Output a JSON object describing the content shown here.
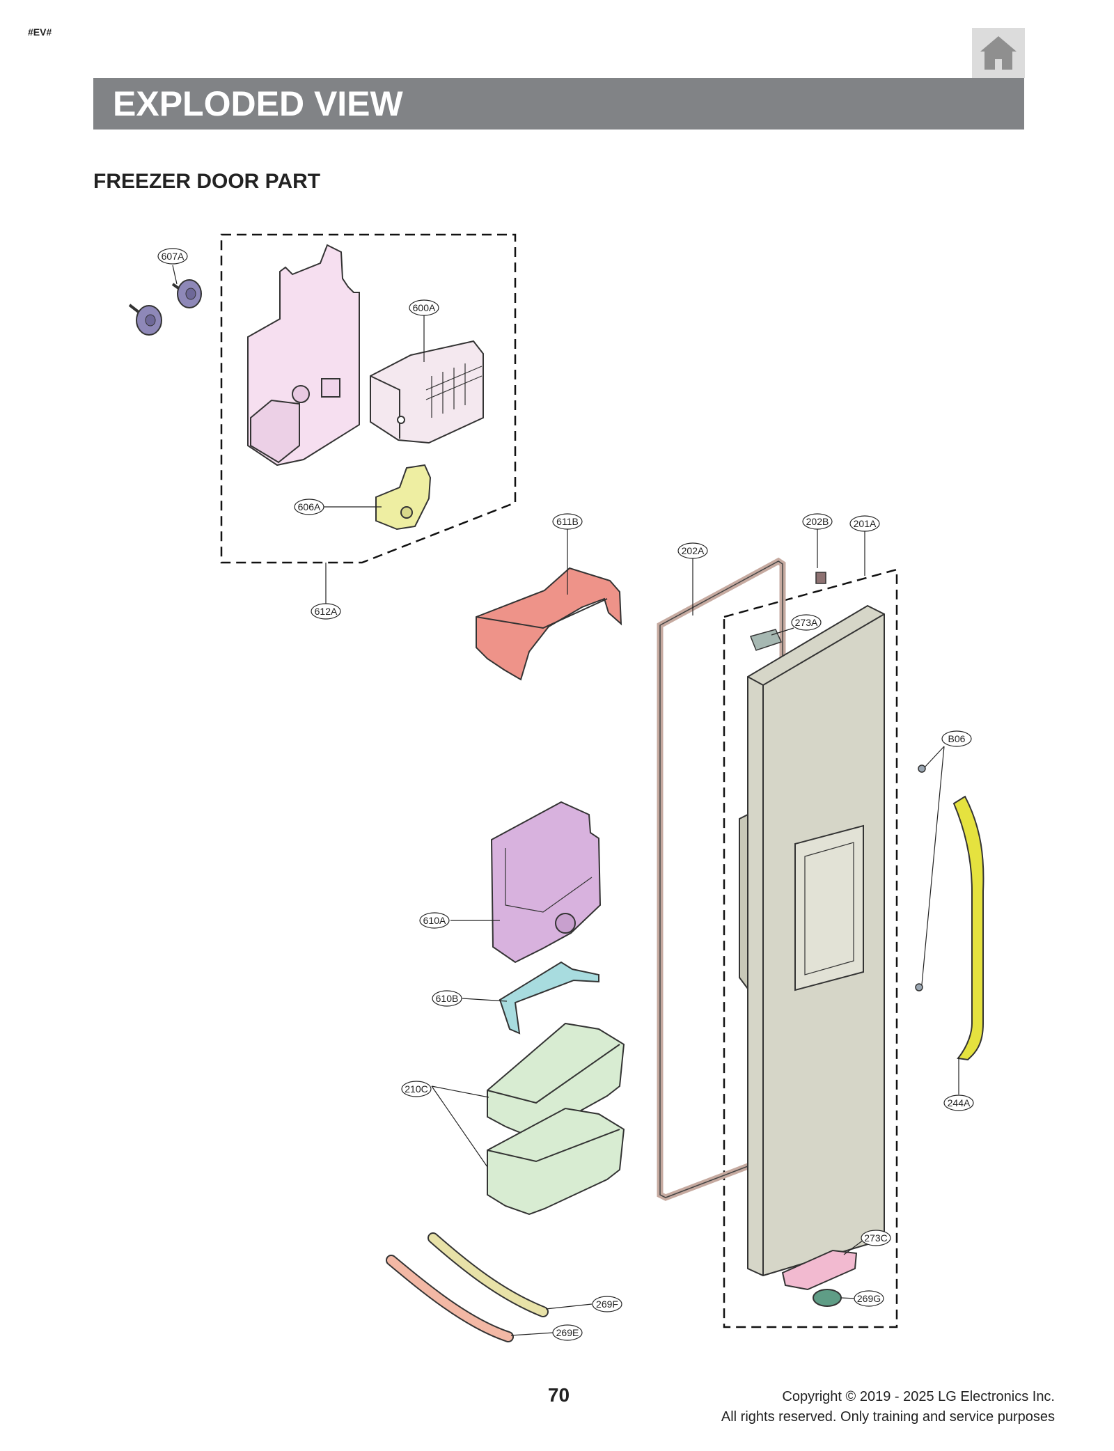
{
  "header": {
    "tag": "#EV#",
    "home_icon": "home-icon",
    "banner_title": "EXPLODED VIEW",
    "banner_color": "#818386"
  },
  "section": {
    "title": "FREEZER DOOR PART"
  },
  "callouts": [
    {
      "id": "607A",
      "label": "607A"
    },
    {
      "id": "600A",
      "label": "600A"
    },
    {
      "id": "606A",
      "label": "606A"
    },
    {
      "id": "612A",
      "label": "612A"
    },
    {
      "id": "611B",
      "label": "611B"
    },
    {
      "id": "202A",
      "label": "202A"
    },
    {
      "id": "202B",
      "label": "202B"
    },
    {
      "id": "201A",
      "label": "201A"
    },
    {
      "id": "273A",
      "label": "273A"
    },
    {
      "id": "B06",
      "label": "B06"
    },
    {
      "id": "610A",
      "label": "610A"
    },
    {
      "id": "610B",
      "label": "610B"
    },
    {
      "id": "210C",
      "label": "210C"
    },
    {
      "id": "244A",
      "label": "244A"
    },
    {
      "id": "273C",
      "label": "273C"
    },
    {
      "id": "269G",
      "label": "269G"
    },
    {
      "id": "269F",
      "label": "269F"
    },
    {
      "id": "269E",
      "label": "269E"
    }
  ],
  "part_colors": {
    "ice_bucket_frame": "#f6dff0",
    "icemaker": "#f4e8ef",
    "bracket_606A": "#eeeea2",
    "duct_611B": "#ee9389",
    "gasket": "#c6aaa0",
    "door": "#d6d6c8",
    "handle": "#e5e23f",
    "bucket_610A": "#d8b2de",
    "bracket_610B": "#a8dcdf",
    "bins_210C": "#d8ecd2",
    "hose_269F": "#e8e2a8",
    "hose_269E": "#f3b8a5",
    "plate_273C": "#f2bad0",
    "cap_269G": "#5f9d86",
    "knob_607A": "#8e88b8"
  },
  "footer": {
    "page_number": "70",
    "copyright_line1": "Copyright © 2019 - 2025 LG Electronics Inc.",
    "copyright_line2": "All rights reserved. Only training and service purposes"
  }
}
